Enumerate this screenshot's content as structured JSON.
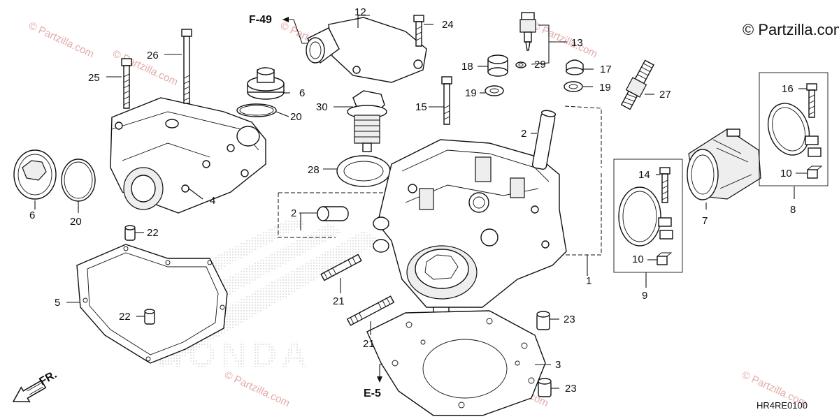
{
  "diagram": {
    "copyright": "© Partzilla.com",
    "code": "HR4RE0100",
    "brand": "HONDA",
    "refs": {
      "f49": "F-49",
      "e5": "E-5",
      "fr": "FR."
    },
    "watermark": "© Partzilla.com",
    "callouts": [
      {
        "id": "c1",
        "text": "1"
      },
      {
        "id": "c2a",
        "text": "2"
      },
      {
        "id": "c2b",
        "text": "2"
      },
      {
        "id": "c3",
        "text": "3"
      },
      {
        "id": "c4",
        "text": "4"
      },
      {
        "id": "c5",
        "text": "5"
      },
      {
        "id": "c6a",
        "text": "6"
      },
      {
        "id": "c6b",
        "text": "6"
      },
      {
        "id": "c7",
        "text": "7"
      },
      {
        "id": "c8",
        "text": "8"
      },
      {
        "id": "c9",
        "text": "9"
      },
      {
        "id": "c10a",
        "text": "10"
      },
      {
        "id": "c10b",
        "text": "10"
      },
      {
        "id": "c12",
        "text": "12"
      },
      {
        "id": "c13",
        "text": "13"
      },
      {
        "id": "c14",
        "text": "14"
      },
      {
        "id": "c15",
        "text": "15"
      },
      {
        "id": "c16",
        "text": "16"
      },
      {
        "id": "c17",
        "text": "17"
      },
      {
        "id": "c18",
        "text": "18"
      },
      {
        "id": "c19a",
        "text": "19"
      },
      {
        "id": "c19b",
        "text": "19"
      },
      {
        "id": "c20a",
        "text": "20"
      },
      {
        "id": "c20b",
        "text": "20"
      },
      {
        "id": "c21a",
        "text": "21"
      },
      {
        "id": "c21b",
        "text": "21"
      },
      {
        "id": "c22a",
        "text": "22"
      },
      {
        "id": "c22b",
        "text": "22"
      },
      {
        "id": "c23a",
        "text": "23"
      },
      {
        "id": "c23b",
        "text": "23"
      },
      {
        "id": "c24",
        "text": "24"
      },
      {
        "id": "c25",
        "text": "25"
      },
      {
        "id": "c26",
        "text": "26"
      },
      {
        "id": "c27",
        "text": "27"
      },
      {
        "id": "c28",
        "text": "28"
      },
      {
        "id": "c29",
        "text": "29"
      },
      {
        "id": "c30",
        "text": "30"
      }
    ]
  }
}
